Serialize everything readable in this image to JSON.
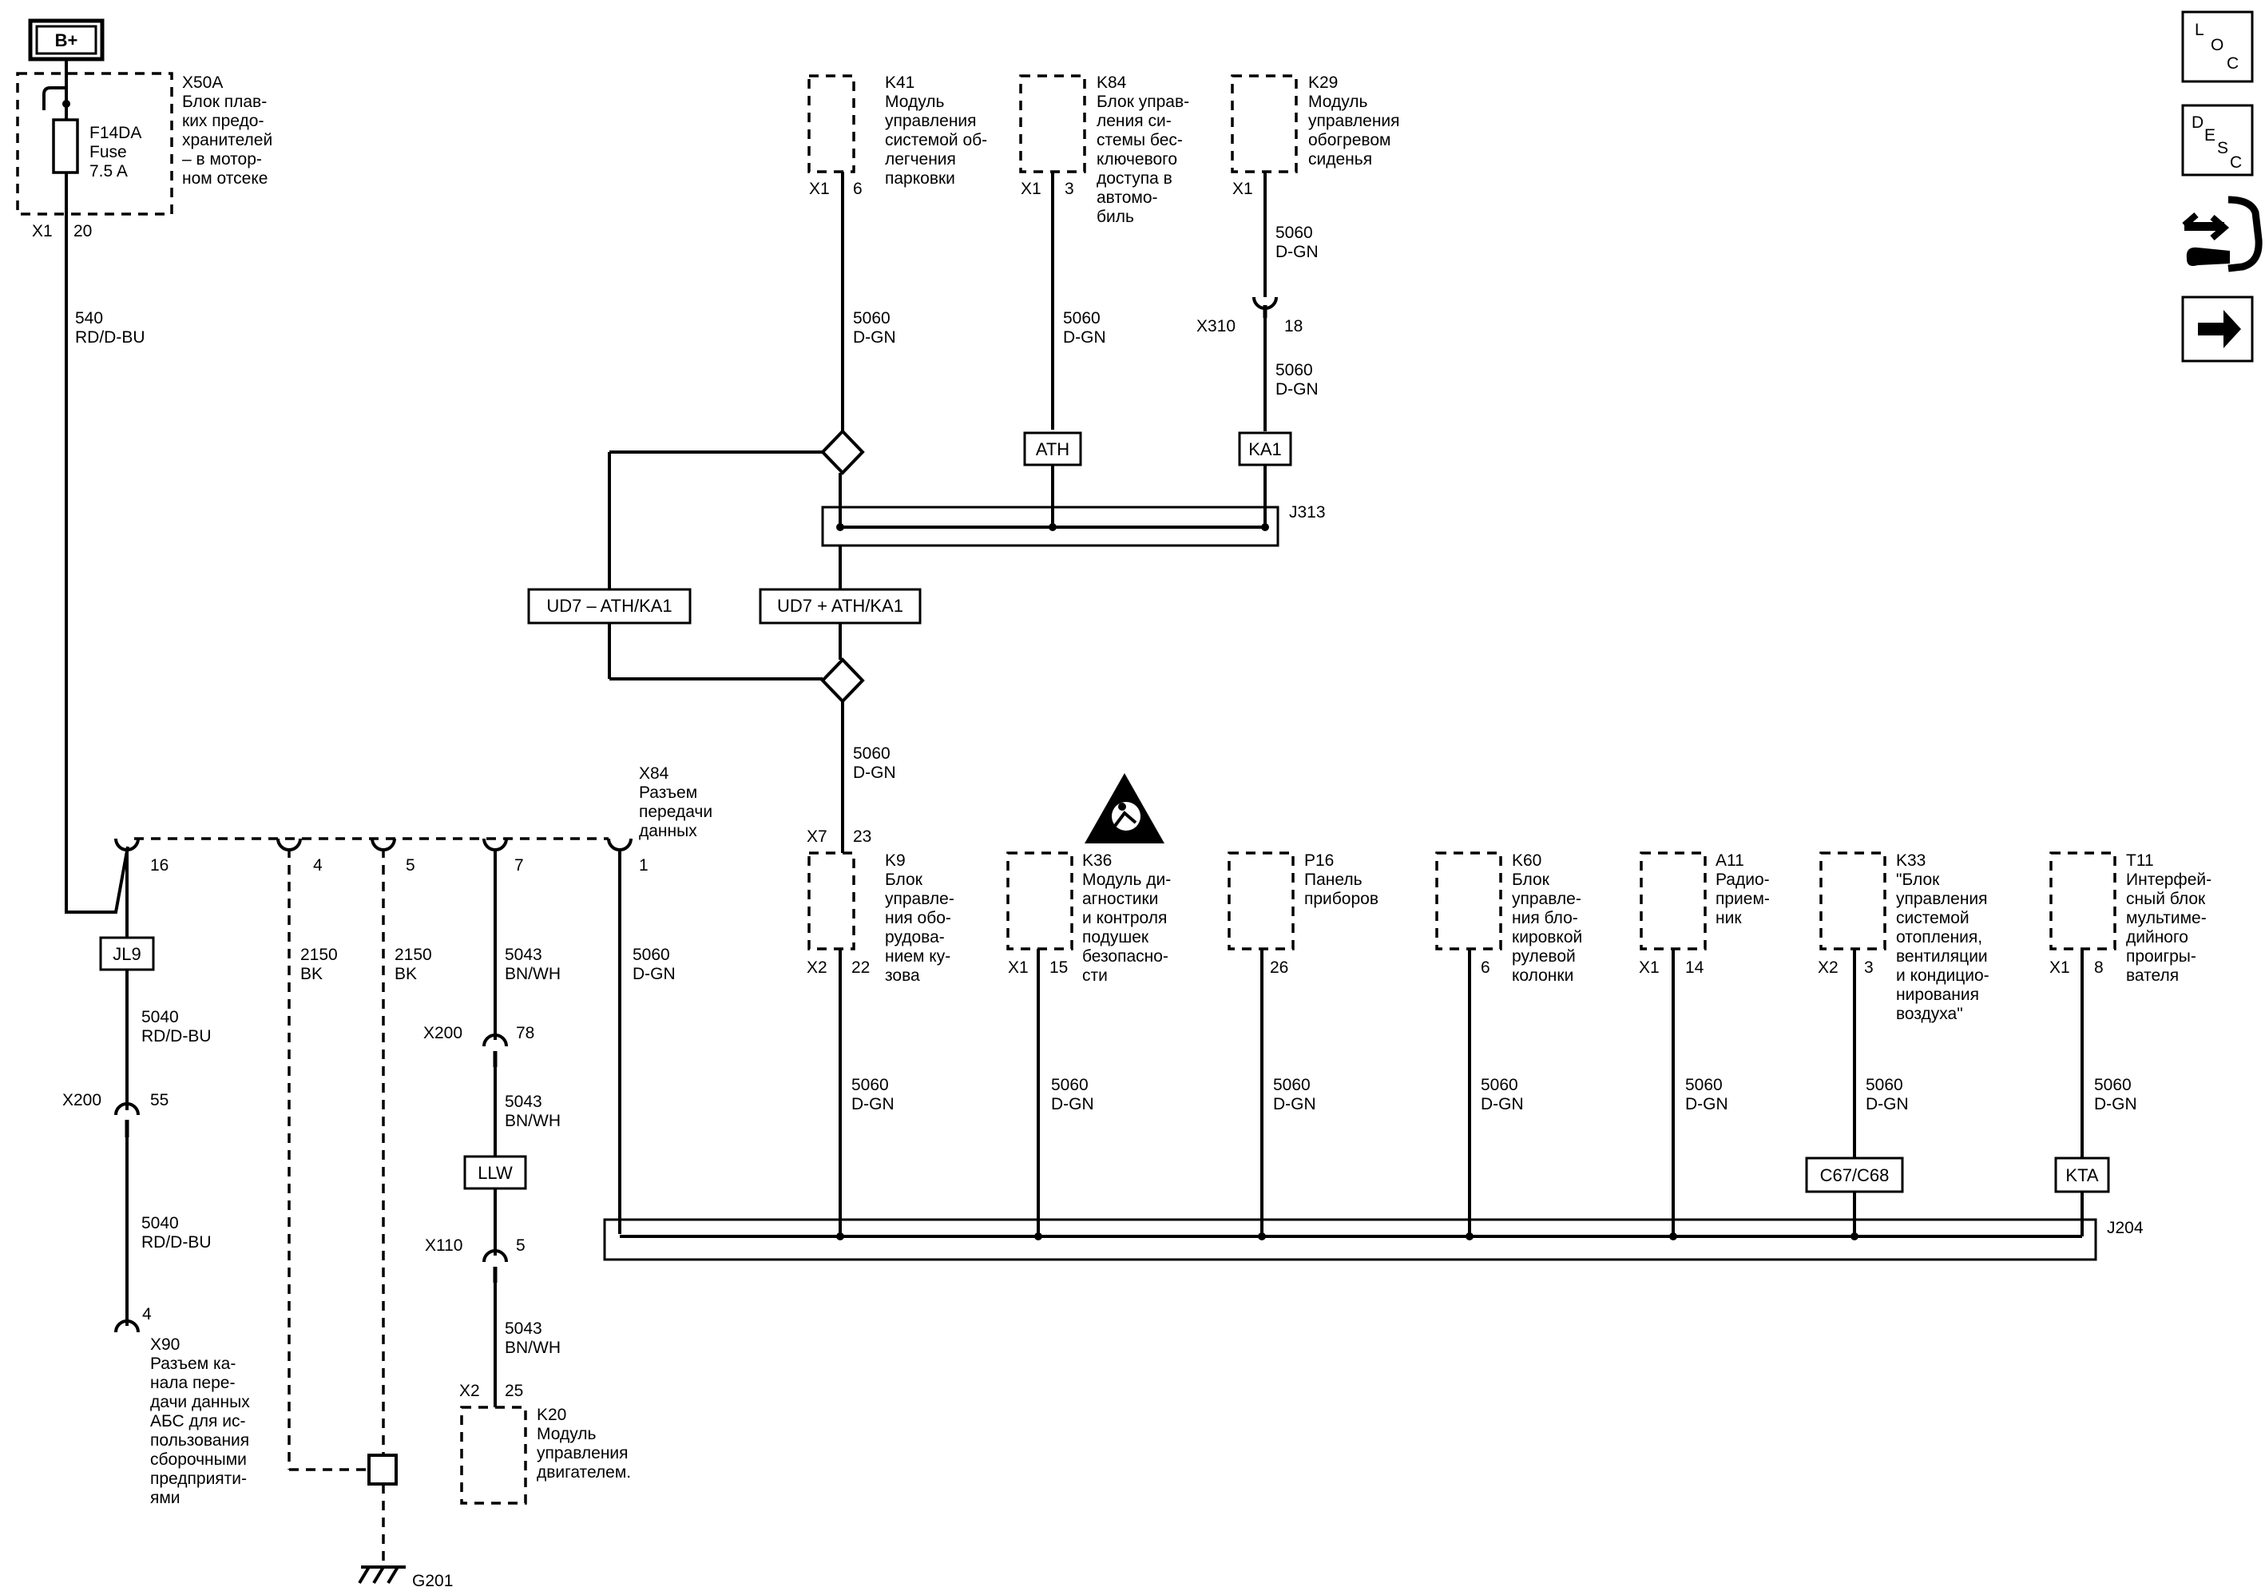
{
  "power": {
    "label": "B+"
  },
  "fuse_block": {
    "id": "X50A",
    "desc": [
      "Блок плав-",
      "ких предо-",
      "хранителей",
      "– в мотор-",
      "ном отсеке"
    ],
    "fuse": [
      "F14DA",
      "Fuse",
      "7.5 A"
    ],
    "conn": "X1",
    "pin": "20"
  },
  "wire_540": {
    "num": "540",
    "color": "RD/D-BU"
  },
  "top_modules": [
    {
      "id": "K41",
      "desc": [
        "Модуль",
        "управления",
        "системой об-",
        "легчения",
        "парковки"
      ],
      "conn": "X1",
      "pin": "6"
    },
    {
      "id": "K84",
      "desc": [
        "Блок управ-",
        "ления си-",
        "стемы бес-",
        "ключевого",
        "доступа в",
        "автомо-",
        "биль"
      ],
      "conn": "X1",
      "pin": "3"
    },
    {
      "id": "K29",
      "desc": [
        "Модуль",
        "управления",
        "обогревом",
        "сиденья"
      ],
      "conn": "X1",
      "pin": ""
    }
  ],
  "wire_5060": {
    "num": "5060",
    "color": "D-GN"
  },
  "x310": {
    "conn": "X310",
    "pin": "18"
  },
  "options": {
    "ath": "ATH",
    "ka1": "KA1",
    "ud7_minus": "UD7 – ATH/KA1",
    "ud7_plus": "UD7 + ATH/KA1",
    "jl9": "JL9",
    "llw": "LLW",
    "c67": "C67/C68",
    "kta": "KTA"
  },
  "splices": {
    "j313": "J313",
    "j204": "J204"
  },
  "k9_top": {
    "conn": "X7",
    "pin": "23"
  },
  "x84": {
    "id": "X84",
    "desc": [
      "Разъем",
      "передачи",
      "данных"
    ],
    "pins": [
      "16",
      "4",
      "5",
      "7",
      "1"
    ]
  },
  "bottom_modules": [
    {
      "id": "K9",
      "desc": [
        "Блок",
        "управле-",
        "ния обо-",
        "рудова-",
        "нием ку-",
        "зова"
      ],
      "conn": "X2",
      "pin": "22"
    },
    {
      "id": "K36",
      "desc": [
        "Модуль ди-",
        "агностики",
        "и контроля",
        "подушек",
        "безопасно-",
        "сти"
      ],
      "conn": "X1",
      "pin": "15"
    },
    {
      "id": "P16",
      "desc": [
        "Панель",
        "приборов"
      ],
      "conn": "",
      "pin": "26"
    },
    {
      "id": "K60",
      "desc": [
        "Блок",
        "управле-",
        "ния бло-",
        "кировкой",
        "рулевой",
        "колонки"
      ],
      "conn": "",
      "pin": "6"
    },
    {
      "id": "A11",
      "desc": [
        "Радио-",
        "прием-",
        "ник"
      ],
      "conn": "X1",
      "pin": "14"
    },
    {
      "id": "K33",
      "desc": [
        "\"Блок",
        "управления",
        "системой",
        "отопления,",
        "вентиляции",
        "и кондицио-",
        "нирования",
        "воздуха\""
      ],
      "conn": "X2",
      "pin": "3"
    },
    {
      "id": "T11",
      "desc": [
        "Интерфей-",
        "сный блок",
        "мультиме-",
        "дийного",
        "проигры-",
        "вателя"
      ],
      "conn": "X1",
      "pin": "8"
    }
  ],
  "wire_5040": {
    "num": "5040",
    "color": "RD/D-BU"
  },
  "wire_2150": {
    "num": "2150",
    "color": "BK"
  },
  "wire_5043": {
    "num": "5043",
    "color": "BN/WH"
  },
  "x200_55": {
    "conn": "X200",
    "pin": "55"
  },
  "x200_78": {
    "conn": "X200",
    "pin": "78"
  },
  "x110": {
    "conn": "X110",
    "pin": "5"
  },
  "x90": {
    "id": "X90",
    "pin": "4",
    "desc": [
      "Разъем ка-",
      "нала пере-",
      "дачи данных",
      "АБС для ис-",
      "пользования",
      "сборочными",
      "предприяти-",
      "ями"
    ]
  },
  "k20": {
    "id": "K20",
    "conn": "X2",
    "pin": "25",
    "desc": [
      "Модуль",
      "управления",
      "двигателем."
    ]
  },
  "ground": {
    "id": "G201"
  },
  "side_icons": [
    {
      "icon": "loc-icon",
      "parts": [
        "L",
        "O",
        "C"
      ]
    },
    {
      "icon": "desc-icon",
      "parts": [
        "D",
        "E",
        "S",
        "C"
      ]
    },
    {
      "icon": "connector-tool-icon"
    },
    {
      "icon": "next-arrow-icon"
    }
  ]
}
